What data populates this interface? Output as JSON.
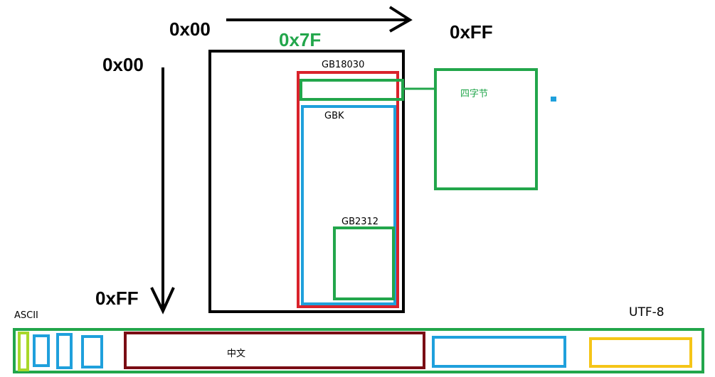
{
  "axes": {
    "top_start": "0x00",
    "top_end": "0xFF",
    "top_mid": "0x7F",
    "left_start": "0x00",
    "left_end": "0xFF"
  },
  "regions": {
    "gb18030": "GB18030",
    "gbk": "GBK",
    "gb2312": "GB2312",
    "four_byte": "四字节"
  },
  "bar": {
    "ascii": "ASCII",
    "utf8": "UTF-8",
    "chinese": "中文"
  },
  "colors": {
    "black": "#000000",
    "green": "#22a64b",
    "red": "#d9222b",
    "blue": "#1fa0dc",
    "darkred": "#7a0d14",
    "yellow": "#f5c518",
    "lime": "#a8d82a"
  }
}
